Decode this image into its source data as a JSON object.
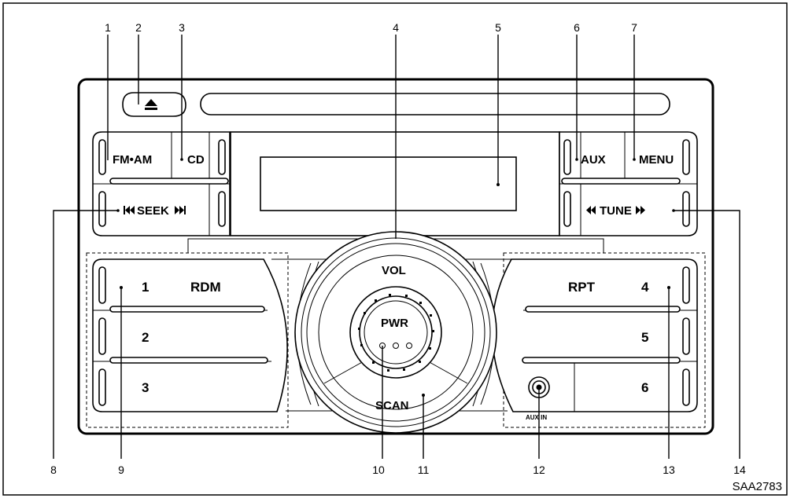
{
  "callouts": [
    "1",
    "2",
    "3",
    "4",
    "5",
    "6",
    "7",
    "8",
    "9",
    "10",
    "11",
    "12",
    "13",
    "14"
  ],
  "labels": {
    "fm_am": "FM•AM",
    "cd": "CD",
    "aux": "AUX",
    "menu": "MENU",
    "seek": "SEEK",
    "tune": "TUNE",
    "vol": "VOL",
    "pwr": "PWR",
    "scan": "SCAN",
    "aux_in": "AUX IN",
    "preset_1": "1",
    "preset_2": "2",
    "preset_3": "3",
    "preset_4": "4",
    "preset_5": "5",
    "preset_6": "6",
    "rdm": "RDM",
    "rpt": "RPT"
  },
  "icons": {
    "eject": "eject-icon",
    "seek_back": "skip-back-icon",
    "seek_fwd": "skip-forward-icon",
    "tune_back": "rewind-icon",
    "tune_fwd": "fast-forward-icon"
  },
  "reference_code": "SAA2783"
}
